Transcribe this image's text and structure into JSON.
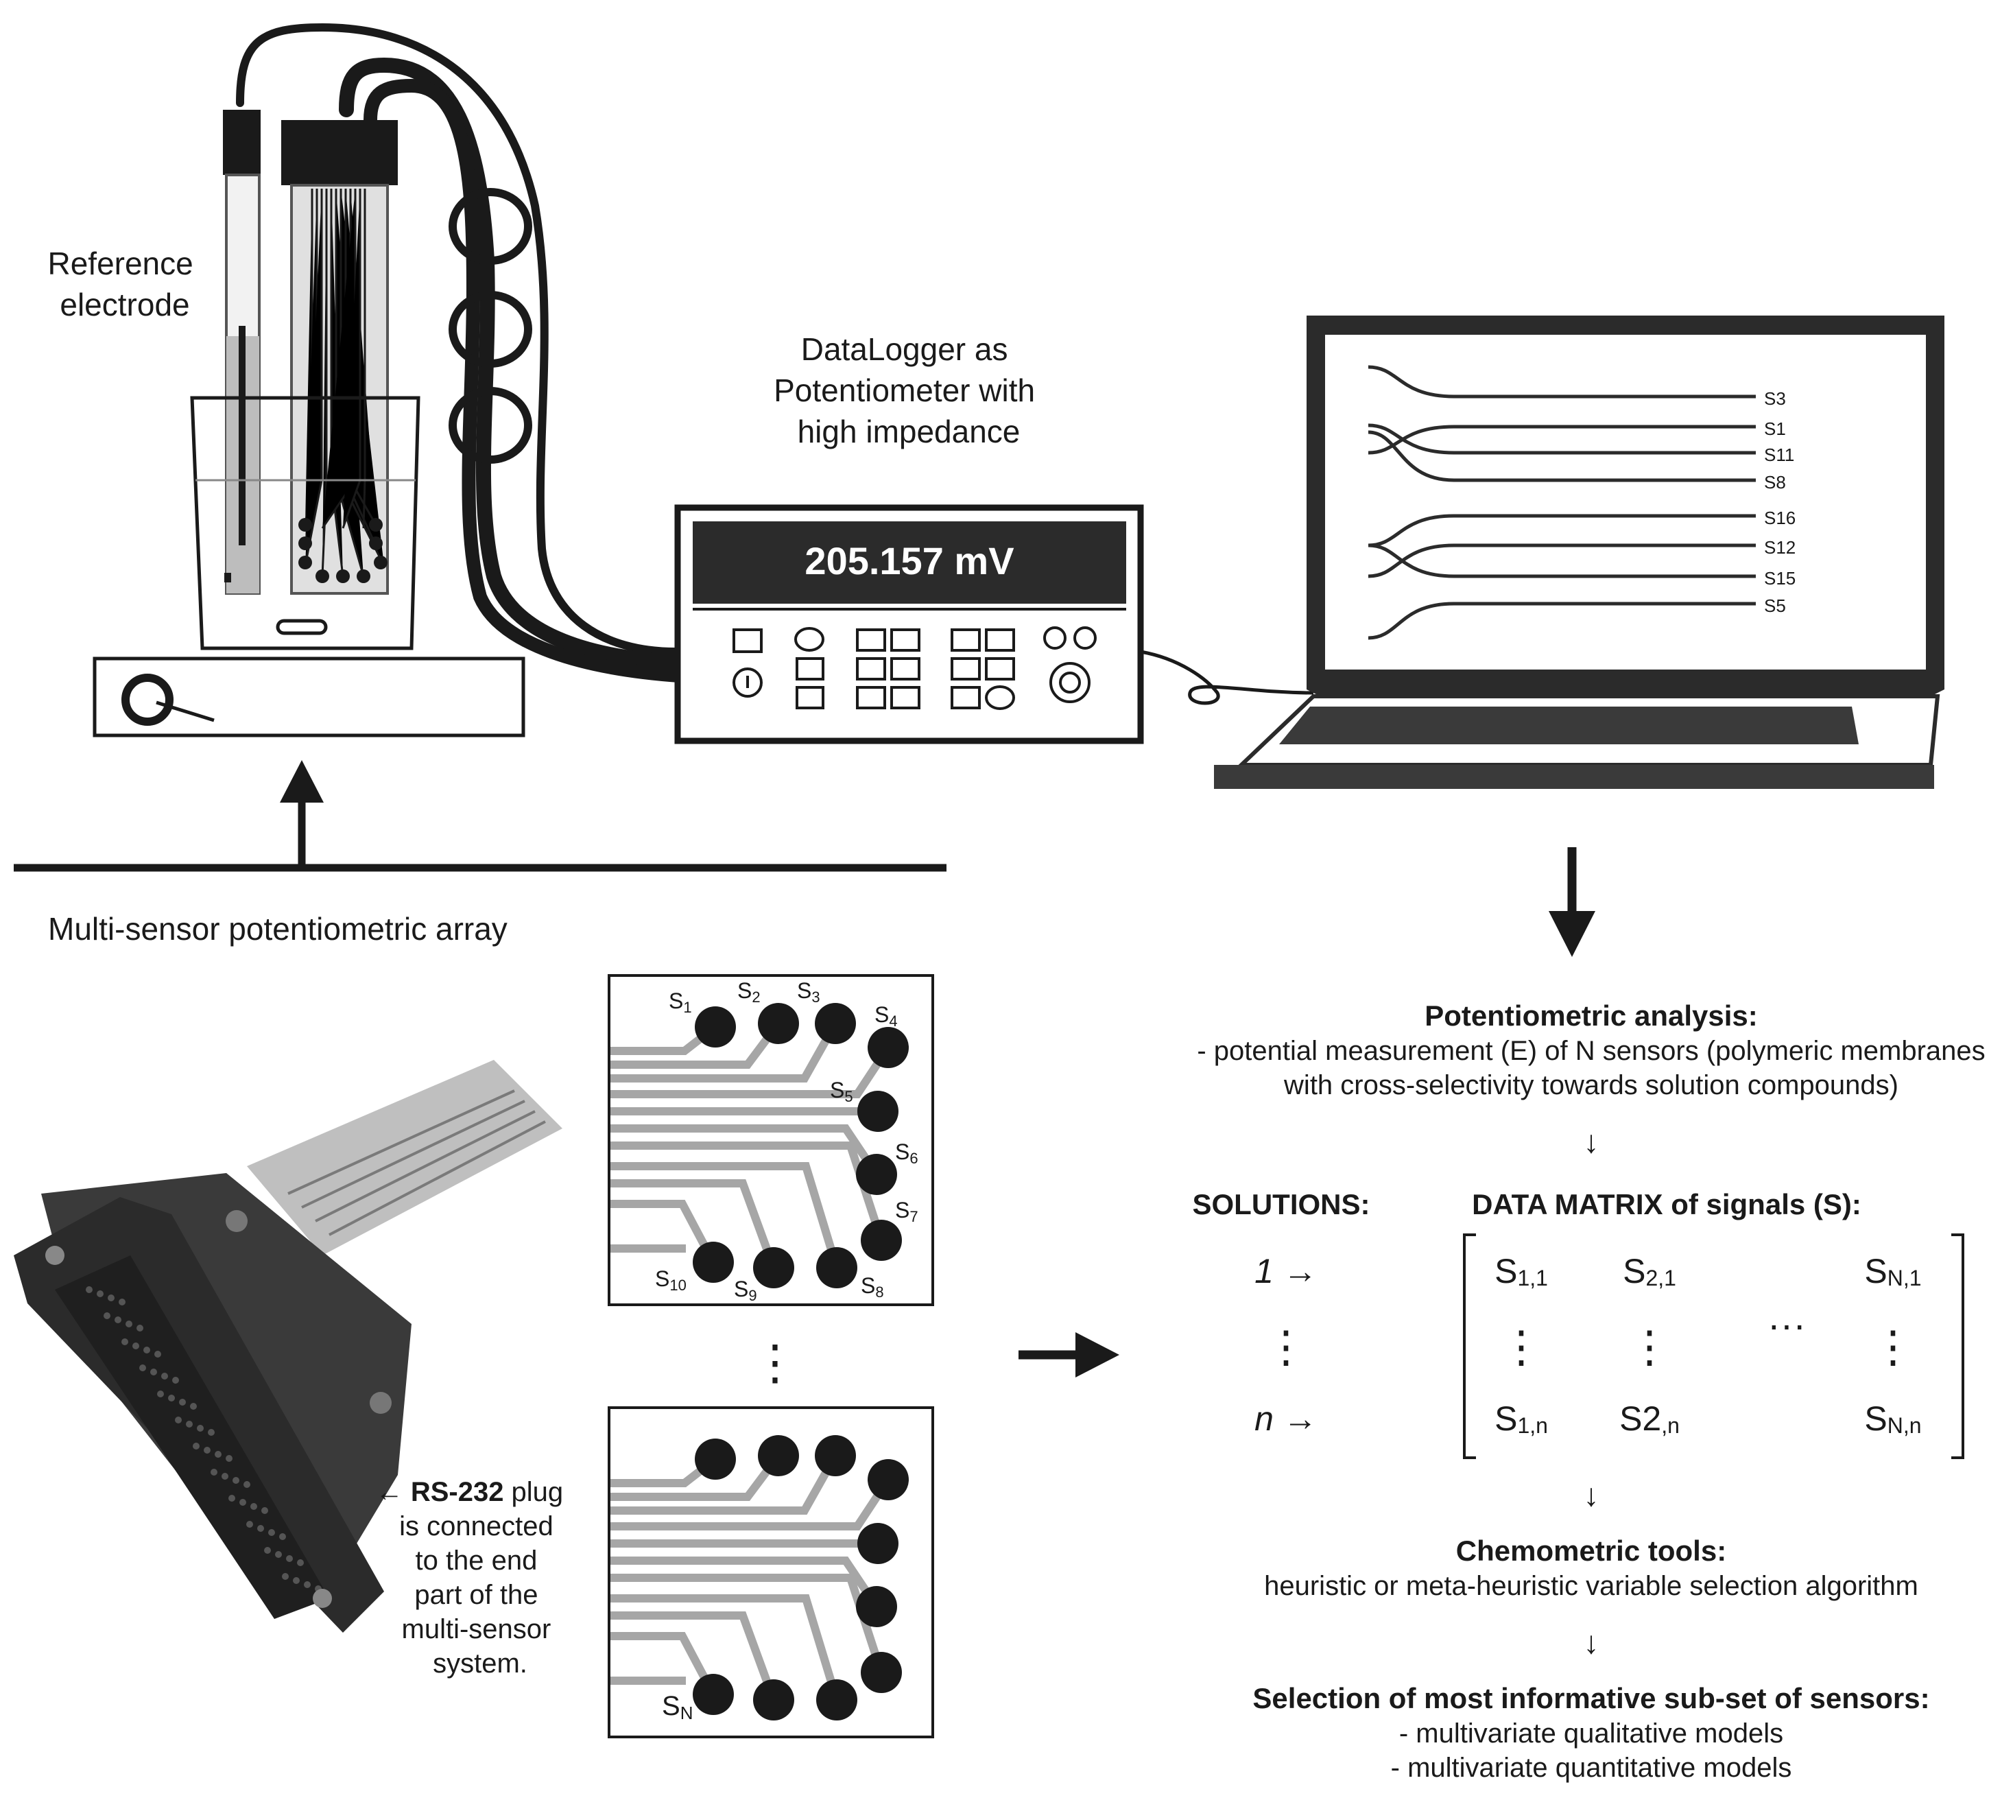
{
  "labels": {
    "reference_electrode": [
      "Reference",
      "electrode"
    ],
    "datalogger": [
      "DataLogger as",
      "Potentiometer with",
      "high impedance"
    ],
    "display_value": "205.157 mV",
    "array_title": "Multi-sensor potentiometric array",
    "rs232": {
      "prefix": "←",
      "bold": "RS-232",
      "line1_rest": " plug",
      "lines": [
        "is connected",
        "to the end",
        "part of the",
        "multi-sensor",
        "system."
      ]
    }
  },
  "screen_sensor_labels": [
    "S3",
    "S1",
    "S11",
    "S8",
    "S16",
    "S12",
    "S15",
    "S5"
  ],
  "board_top_labels": [
    {
      "base": "S",
      "sub": "1"
    },
    {
      "base": "S",
      "sub": "2"
    },
    {
      "base": "S",
      "sub": "3"
    },
    {
      "base": "S",
      "sub": "4"
    },
    {
      "base": "S",
      "sub": "5"
    },
    {
      "base": "S",
      "sub": "6"
    },
    {
      "base": "S",
      "sub": "7"
    },
    {
      "base": "S",
      "sub": "8"
    },
    {
      "base": "S",
      "sub": "9"
    },
    {
      "base": "S",
      "sub": "10"
    }
  ],
  "board_bottom_label": {
    "base": "S",
    "sub": "N"
  },
  "vertical_dots": "⋮",
  "analysis": {
    "heading": "Potentiometric analysis:",
    "lines": [
      "- potential measurement (E) of N sensors (polymeric membranes",
      "with cross-selectivity towards solution compounds)"
    ]
  },
  "down_arrow": "↓",
  "solutions": {
    "heading": "SOLUTIONS:",
    "first": "1 →",
    "dots": "⋮",
    "last": "n →"
  },
  "matrix": {
    "heading": "DATA MATRIX of signals (S):",
    "row1": [
      {
        "base": "S",
        "sub": "1,1"
      },
      {
        "base": "S",
        "sub": "2,1"
      },
      {
        "base": "S",
        "sub": "N,1"
      }
    ],
    "rown": [
      {
        "base": "S",
        "sub": "1,n"
      },
      {
        "base": "S2",
        "sub": ",n"
      },
      {
        "base": "S",
        "sub": "N,n"
      }
    ],
    "vdots": "⋮",
    "hdots": "···"
  },
  "chemometric": {
    "heading": "Chemometric tools:",
    "line": "heuristic or meta-heuristic variable selection algorithm"
  },
  "selection": {
    "heading": "Selection of most informative sub-set of sensors:",
    "lines": [
      "- multivariate qualitative models",
      "- multivariate quantitative models"
    ]
  },
  "colors": {
    "ink": "#1a1a1a",
    "dark_panel": "#2b2b2b",
    "grey_trace": "#a6a6a6",
    "display_text": "#ffffff"
  }
}
